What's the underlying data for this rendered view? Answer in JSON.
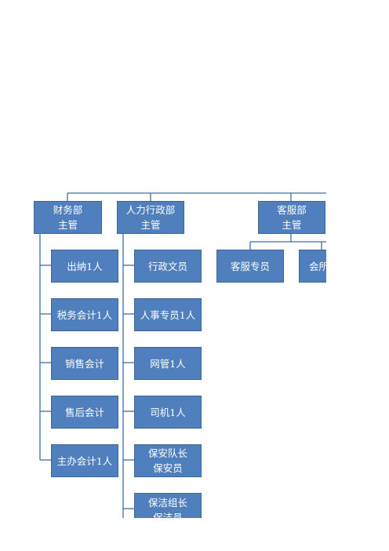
{
  "org_chart": {
    "departments": [
      {
        "id": "finance",
        "title_line1": "财务部",
        "title_line2": "主管",
        "members": [
          "出纳1人",
          "税务会计1人",
          "销售会计",
          "售后会计",
          "主办会计1人"
        ]
      },
      {
        "id": "hr-admin",
        "title_line1": "人力行政部",
        "title_line2": "主管",
        "members": [
          "行政文员",
          "人事专员1人",
          "网管1人",
          "司机1人",
          "保安队长\n保安员",
          "保洁组长\n保洁员"
        ]
      },
      {
        "id": "customer-service",
        "title_line1": "客服部",
        "title_line2": "主管",
        "members": [
          "客服专员",
          "会所"
        ]
      }
    ]
  },
  "colors": {
    "box_fill": "#4f7fbd",
    "box_border": "#3c6797",
    "connector": "#3f6ea8",
    "text": "#ffffff"
  }
}
